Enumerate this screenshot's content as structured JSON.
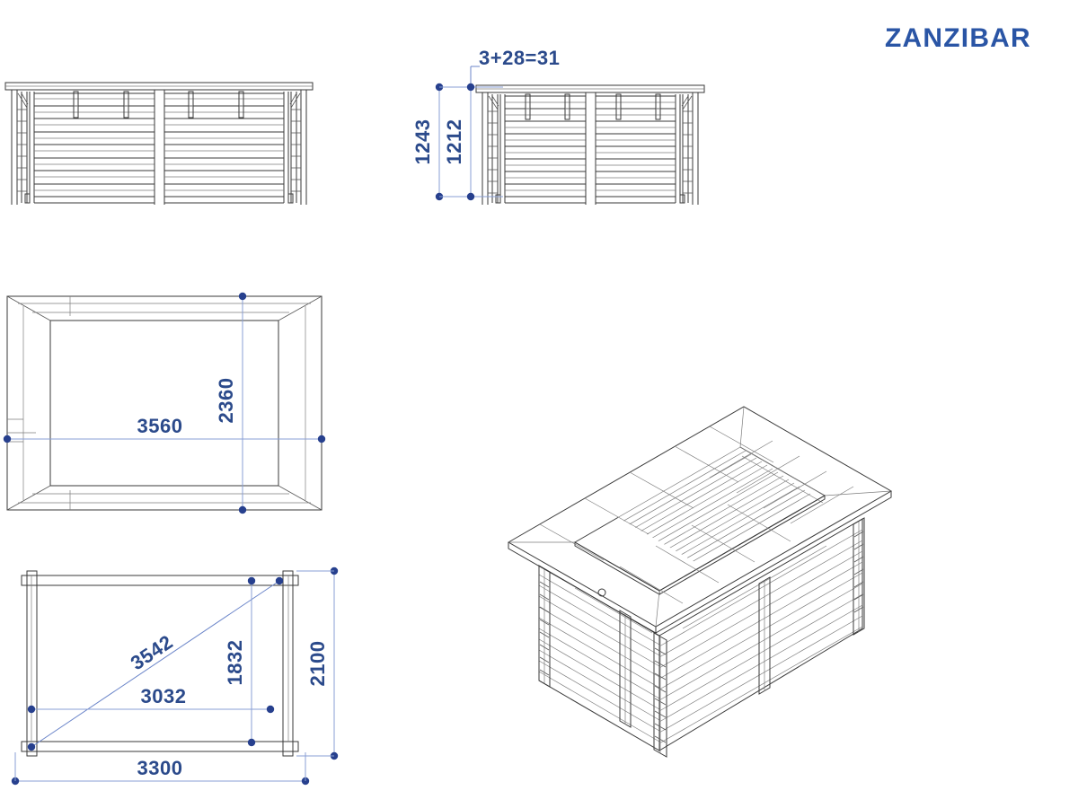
{
  "document": {
    "title": "ZANZIBAR",
    "sheet_background": "#ffffff",
    "line_color": "#3a3a3a",
    "dimension_color": "#2b4a8b",
    "dimension_line_color": "#8a9fd4",
    "title_color": "#2a55a5"
  },
  "views": {
    "front_elevation": {
      "name": "front-elevation",
      "log_course_count": 8,
      "panel_count": 2,
      "has_corner_posts": true,
      "has_top_coping": true
    },
    "side_elevation": {
      "name": "side-elevation",
      "log_course_count": 8,
      "panel_count": 2,
      "has_corner_posts": true,
      "has_top_coping": true
    },
    "top_plan": {
      "name": "top-plan-view",
      "shape": "rectangle-with-mitred-coping"
    },
    "foundation_plan": {
      "name": "foundation-plan-view",
      "shape": "rectangle-with-diagonal-brace"
    },
    "isometric": {
      "name": "isometric-3d-view",
      "description": "wooden pool surround isometric"
    }
  },
  "dimensions": {
    "side_top_note": "3+28=31",
    "side_height_outer": "1243",
    "side_height_inner": "1212",
    "plan_length": "3560",
    "plan_width": "2360",
    "foundation_diagonal": "3542",
    "foundation_inner_length": "3032",
    "foundation_inner_width": "1832",
    "foundation_width": "2100",
    "foundation_length": "3300"
  }
}
